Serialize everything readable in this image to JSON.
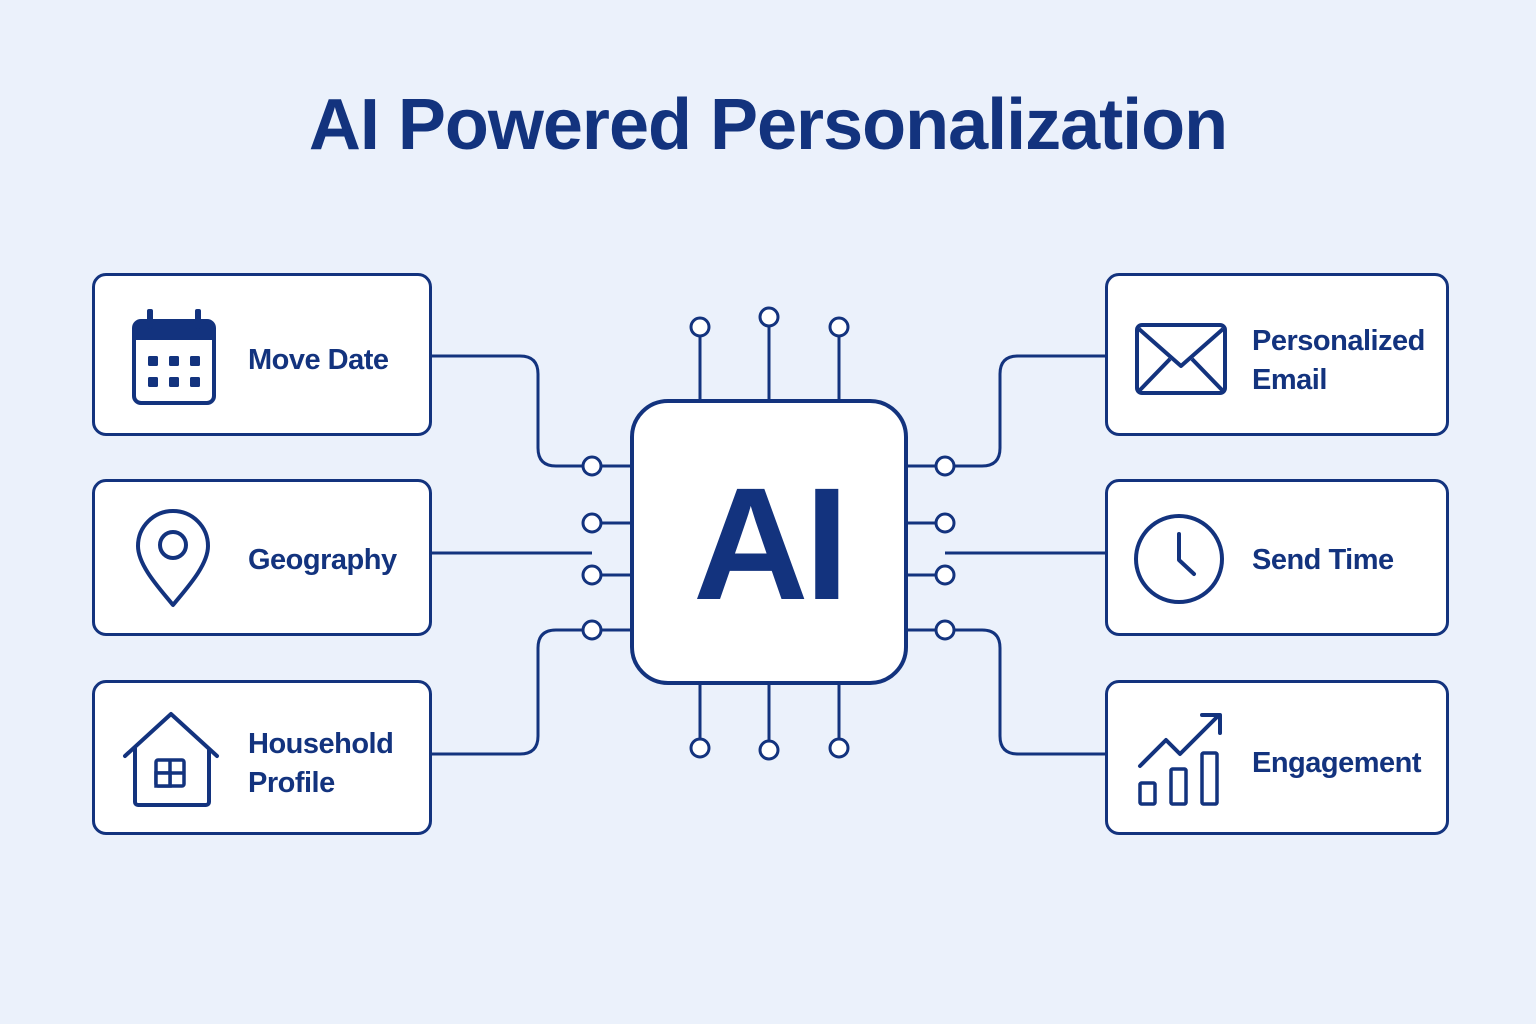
{
  "title": "AI Powered Personalization",
  "chip": {
    "label": "AI",
    "icon": "ai-chip-icon"
  },
  "inputs": [
    {
      "label_lines": [
        "Move Date"
      ],
      "icon": "calendar-icon"
    },
    {
      "label_lines": [
        "Geography"
      ],
      "icon": "location-pin-icon"
    },
    {
      "label_lines": [
        "Household",
        "Profile"
      ],
      "icon": "house-icon"
    }
  ],
  "outputs": [
    {
      "label_lines": [
        "Personalized",
        "Email"
      ],
      "icon": "envelope-icon"
    },
    {
      "label_lines": [
        "Send Time"
      ],
      "icon": "clock-icon"
    },
    {
      "label_lines": [
        "Engagement"
      ],
      "icon": "growth-chart-icon"
    }
  ],
  "colors": {
    "primary": "#13337e",
    "background": "#ebf1fb",
    "card": "#ffffff"
  }
}
